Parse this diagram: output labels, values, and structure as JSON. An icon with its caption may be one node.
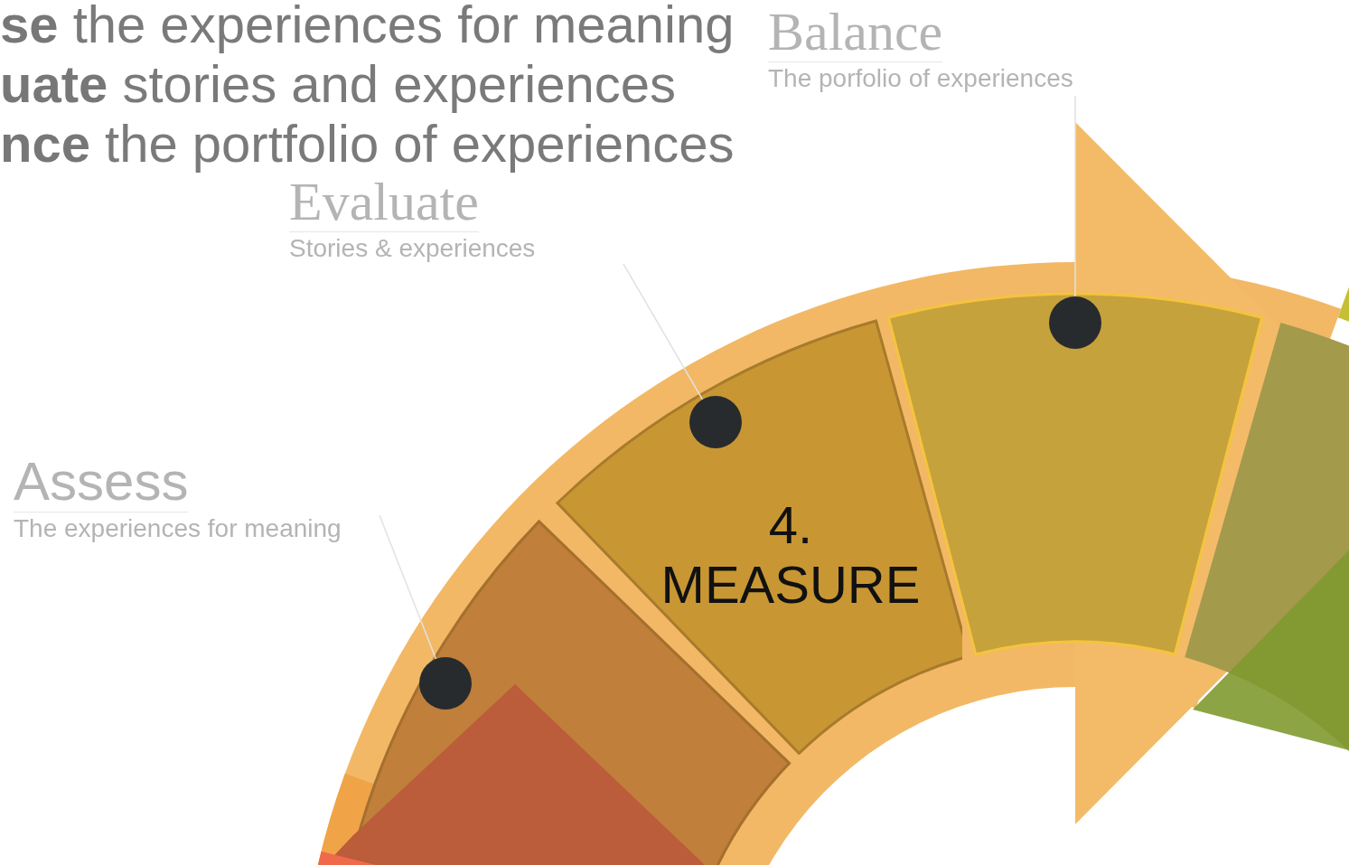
{
  "diagram": {
    "nodes": [
      {
        "text": [
          "Balance",
          "The porfolio of experiences"
        ]
      },
      {
        "text": [
          "Evaluate",
          "Stories & experiences"
        ]
      },
      {
        "text": [
          "Assess",
          "The experiences for meaning"
        ]
      },
      {
        "text": [],
        "shape": "circle"
      },
      {
        "text": [
          "4. MEASURE"
        ]
      },
      {
        "text": [],
        "shape": "circle",
        "in": 4
      },
      {
        "text": [],
        "shape": "circle"
      }
    ],
    "edges": [
      {
        "from": 0,
        "to": 6,
        "arrow": "none"
      },
      {
        "from": 1,
        "to": 5,
        "arrow": "none"
      },
      {
        "from": 2,
        "to": 3,
        "arrow": "none"
      }
    ],
    "labels": [
      "**se** the experiences for meaning",
      "**uate** stories and experiences",
      "**nce** the portfolio of experiences"
    ]
  }
}
